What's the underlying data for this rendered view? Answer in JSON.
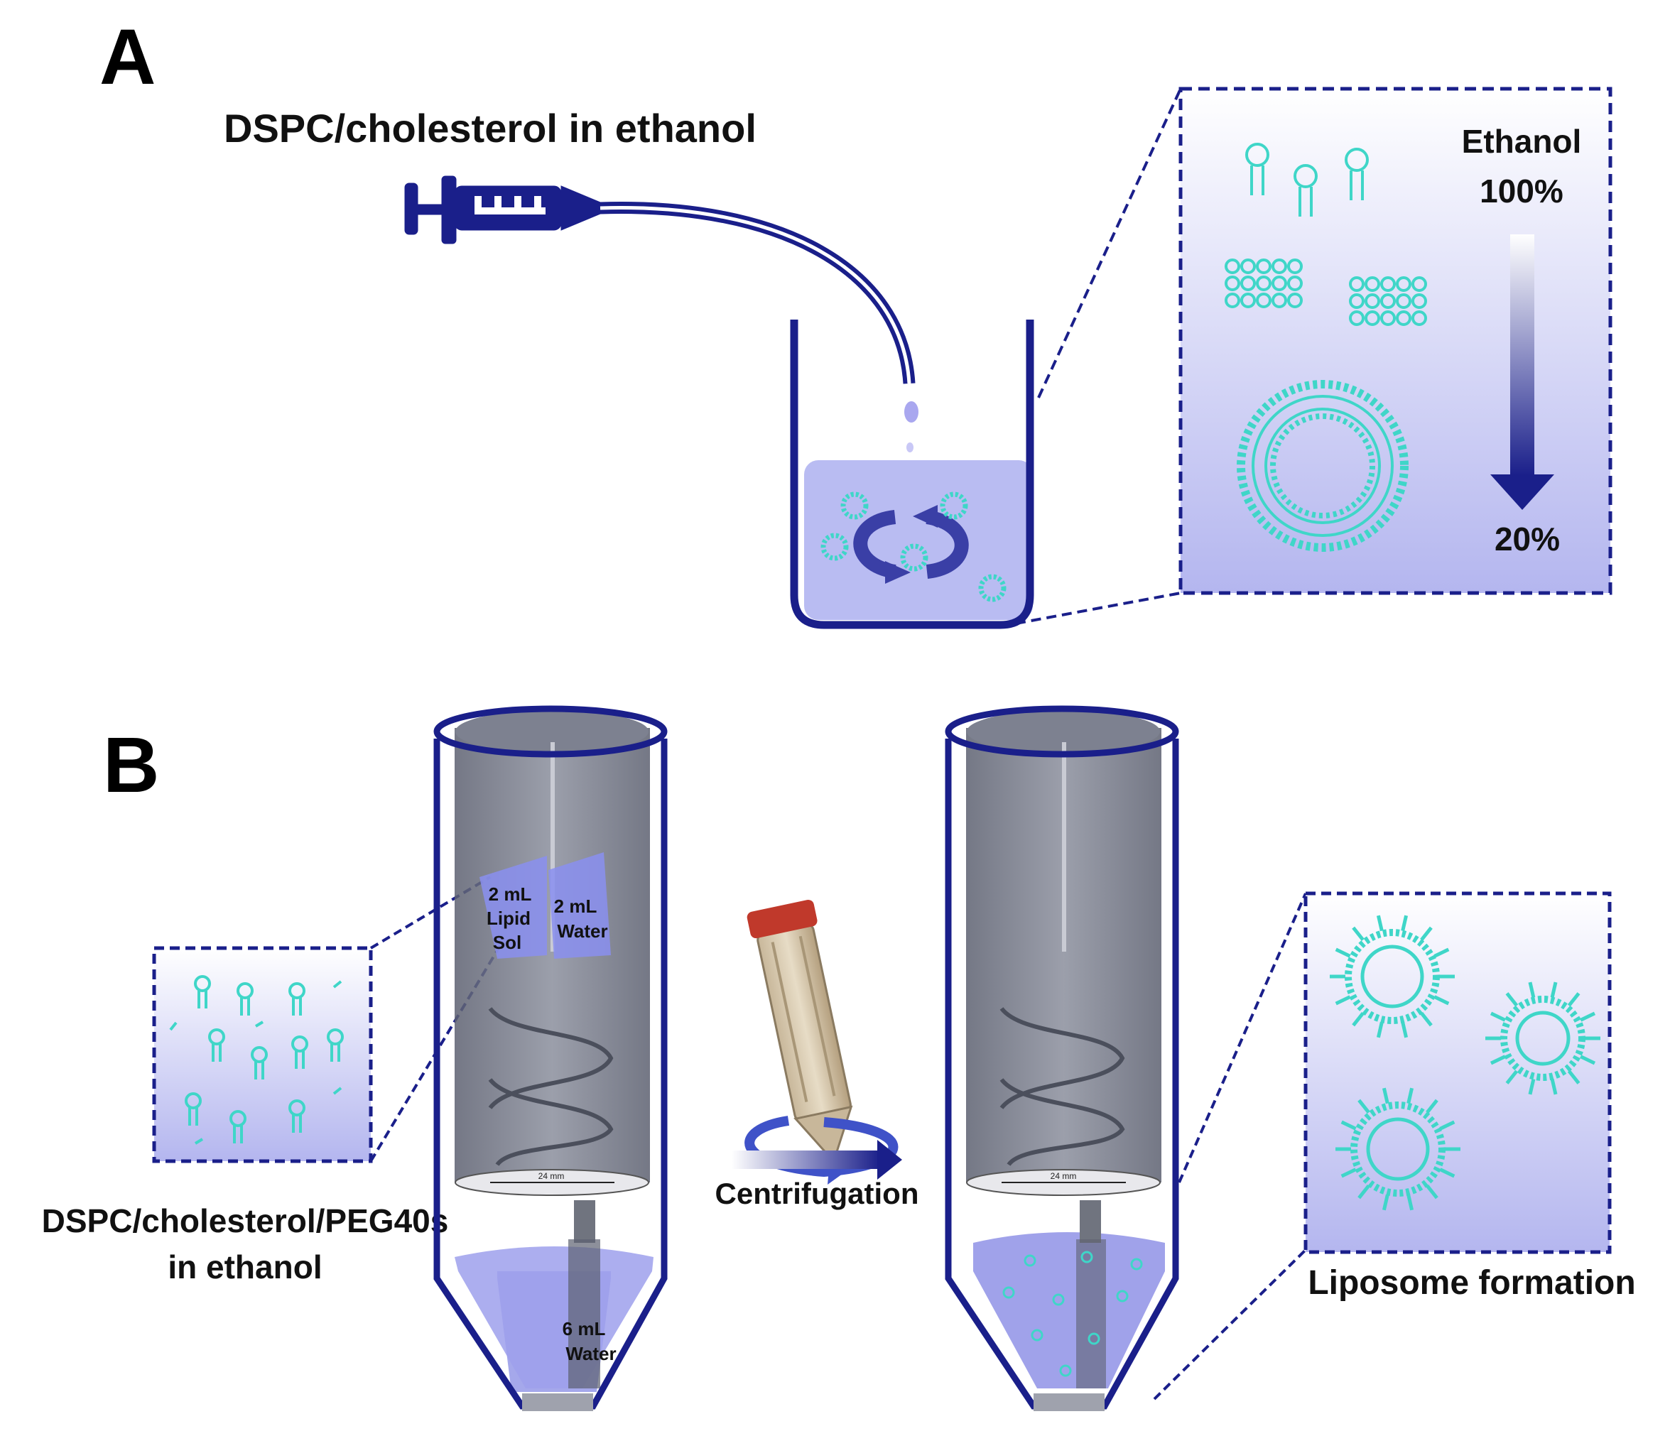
{
  "panel_a": {
    "letter": "A",
    "syringe_label": "DSPC/cholesterol in ethanol",
    "inset": {
      "ethanol_label": "Ethanol",
      "start_percent": "100%",
      "end_percent": "20%"
    }
  },
  "panel_b": {
    "letter": "B",
    "left_inset_label_line1": "DSPC/cholesterol/PEG40s",
    "left_inset_label_line2": "in ethanol",
    "tube_left": {
      "chamber1_line1": "2 mL",
      "chamber1_line2": "Lipid",
      "chamber1_line3": "Sol",
      "chamber2_line1": "2 mL",
      "chamber2_line2": "Water",
      "bottom_line1": "6 mL",
      "bottom_line2": "Water",
      "scale_text": "24 mm"
    },
    "tube_right": {
      "scale_text": "24 mm"
    },
    "process_label": "Centrifugation",
    "right_inset_label": "Liposome formation"
  },
  "colors": {
    "navy": "#1a1f8a",
    "cyan": "#3fd6c8",
    "lavender": "#b9bcf2",
    "grey_device": "#6e7280",
    "cap_red": "#c0392b"
  }
}
